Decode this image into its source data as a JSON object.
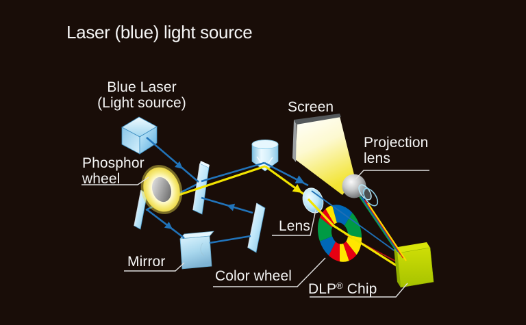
{
  "diagram": {
    "title": "Laser (blue) light source",
    "labels": {
      "blue_laser_line1": "Blue Laser",
      "blue_laser_line2": "(Light source)",
      "phosphor_line1": "Phosphor",
      "phosphor_line2": "wheel",
      "mirror": "Mirror",
      "screen": "Screen",
      "projection_line1": "Projection",
      "projection_line2": "lens",
      "lens": "Lens",
      "color_wheel": "Color wheel",
      "dlp_prefix": "DLP",
      "dlp_reg": "®",
      "dlp_suffix": " Chip"
    },
    "colors": {
      "background": "#190d08",
      "beam_blue": "#2173b9",
      "beam_yellow": "#f2e400",
      "label_text": "#f5f5f5",
      "leader_line": "#e0e0e0",
      "laser_cube": "#aee0f7",
      "mirror_glass": "#bfe7fa",
      "phosphor_ring": "#f6e96a",
      "phosphor_hub": "#8f8f8f",
      "screen_light": "#f2e433",
      "projection_lens_body": "#a7a9ac",
      "condenser_lens": "#b5e0f5",
      "dlp_chip": "#bcd400"
    },
    "components": [
      "blue-laser-cube",
      "phosphor-wheel",
      "dichroic-mirror",
      "fold-mirror-left",
      "mirror-cube",
      "fold-mirror-right",
      "prism-rod",
      "condenser-lens",
      "color-wheel",
      "dlp-chip",
      "projection-lens",
      "screen"
    ],
    "color_wheel": {
      "segments": [
        {
          "name": "blue-top",
          "from": 0,
          "to": 55,
          "color": "#0068b7"
        },
        {
          "name": "green-right",
          "from": 55,
          "to": 110,
          "color": "#009a44"
        },
        {
          "name": "yellow-right",
          "from": 110,
          "to": 150,
          "color": "#ffe600"
        },
        {
          "name": "red-lower",
          "from": 150,
          "to": 175,
          "color": "#e60012"
        },
        {
          "name": "yellow-bottom",
          "from": 175,
          "to": 200,
          "color": "#ffe600"
        },
        {
          "name": "red-bottom",
          "from": 200,
          "to": 230,
          "color": "#e60012"
        },
        {
          "name": "blue-left",
          "from": 230,
          "to": 265,
          "color": "#0068b7"
        },
        {
          "name": "green-left",
          "from": 265,
          "to": 315,
          "color": "#009a44"
        },
        {
          "name": "red-upper",
          "from": 315,
          "to": 340,
          "color": "#e60012"
        },
        {
          "name": "yellow-top",
          "from": 340,
          "to": 360,
          "color": "#ffe600"
        }
      ]
    },
    "beam_bundles": {
      "wheel_to_chip": [
        {
          "name": "blue",
          "color": "#1e6fb5"
        },
        {
          "name": "red",
          "color": "#b01215"
        },
        {
          "name": "yellow",
          "color": "#f2e400"
        }
      ],
      "chip_to_projection_lens": [
        {
          "name": "green",
          "color": "#12a63c"
        },
        {
          "name": "teal",
          "color": "#0e7f8b"
        },
        {
          "name": "blue",
          "color": "#1164b0"
        },
        {
          "name": "red",
          "color": "#cf1418"
        },
        {
          "name": "yellow",
          "color": "#ffd900"
        }
      ]
    }
  }
}
